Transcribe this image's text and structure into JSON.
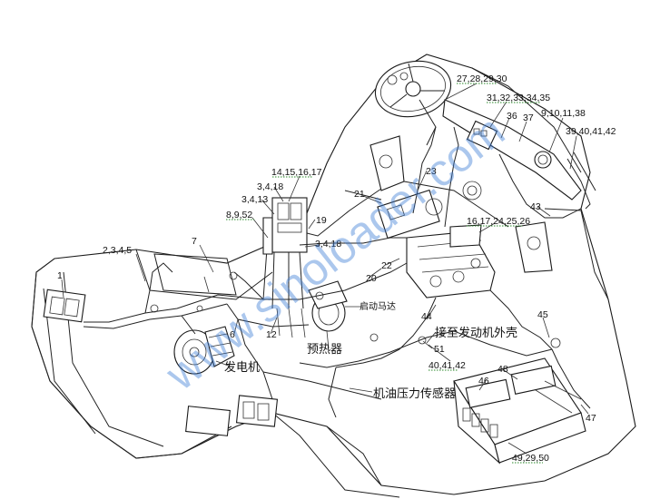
{
  "diagram": {
    "callouts": [
      {
        "id": "c1",
        "text": "1"
      },
      {
        "id": "c2",
        "text": "2,3,4,5"
      },
      {
        "id": "c3",
        "text": "7"
      },
      {
        "id": "c4",
        "text": "8,9,52"
      },
      {
        "id": "c5",
        "text": "3,4,13"
      },
      {
        "id": "c6",
        "text": "3,4,18"
      },
      {
        "id": "c7",
        "text": "14,15,16,17"
      },
      {
        "id": "c8",
        "text": "19"
      },
      {
        "id": "c9",
        "text": "21"
      },
      {
        "id": "c10",
        "text": "23"
      },
      {
        "id": "c11",
        "text": "27,28,29,30"
      },
      {
        "id": "c12",
        "text": "31,32,33,34,35"
      },
      {
        "id": "c13",
        "text": "36"
      },
      {
        "id": "c14",
        "text": "37"
      },
      {
        "id": "c15",
        "text": "9,10,11,38"
      },
      {
        "id": "c16",
        "text": "39,40,41,42"
      },
      {
        "id": "c17",
        "text": "16,17,24,25,26"
      },
      {
        "id": "c18",
        "text": "43"
      },
      {
        "id": "c19",
        "text": "3,4,18"
      },
      {
        "id": "c20",
        "text": "20"
      },
      {
        "id": "c21",
        "text": "22"
      },
      {
        "id": "c22",
        "text": "6"
      },
      {
        "id": "c23",
        "text": "12"
      },
      {
        "id": "c24",
        "text": "44"
      },
      {
        "id": "c25",
        "text": "45"
      },
      {
        "id": "c26",
        "text": "51"
      },
      {
        "id": "c27",
        "text": "40,41,42"
      },
      {
        "id": "c28",
        "text": "46"
      },
      {
        "id": "c29",
        "text": "48"
      },
      {
        "id": "c30",
        "text": "47"
      },
      {
        "id": "c31",
        "text": "49,29,50"
      }
    ],
    "labels": {
      "starter_motor": "启动马达",
      "preheater": "预热器",
      "generator": "发电机",
      "oil_pressure_sensor": "机油压力传感器",
      "to_engine_harness": "接至发动机外壳"
    },
    "watermark": "www.sinoloader.com"
  }
}
